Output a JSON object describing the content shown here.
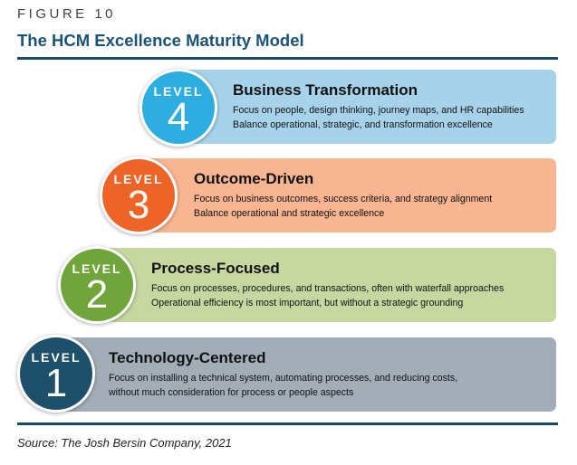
{
  "figure_label": "FIGURE 10",
  "title": "The HCM Excellence Maturity Model",
  "levels": [
    {
      "word": "LEVEL",
      "number": "4",
      "name": "Business Transformation",
      "lines": [
        "Focus on people, design thinking, journey maps, and HR capabilities",
        "Balance operational, strategic, and transformation excellence"
      ],
      "box_color": "#a6d3ea",
      "badge_color": "#2eaee0"
    },
    {
      "word": "LEVEL",
      "number": "3",
      "name": "Outcome-Driven",
      "lines": [
        "Focus on business outcomes, success criteria, and strategy alignment",
        "Balance operational and strategic excellence"
      ],
      "box_color": "#f8b592",
      "badge_color": "#ee6427"
    },
    {
      "word": "LEVEL",
      "number": "2",
      "name": "Process-Focused",
      "lines": [
        "Focus on processes, procedures, and transactions, often with waterfall approaches",
        "Operational efficiency is most important, but without a strategic grounding"
      ],
      "box_color": "#c6d8a0",
      "badge_color": "#6fa53a"
    },
    {
      "word": "LEVEL",
      "number": "1",
      "name": "Technology-Centered",
      "lines": [
        "Focus on installing a technical system, automating processes, and reducing costs,",
        "without much consideration for process or people aspects"
      ],
      "box_color": "#a2adb8",
      "badge_color": "#1e4f6b"
    }
  ],
  "source": "Source: The Josh Bersin Company, 2021"
}
